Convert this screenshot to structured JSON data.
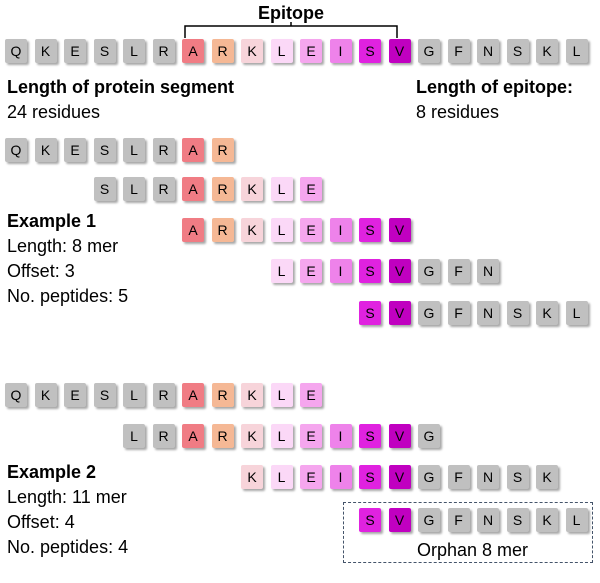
{
  "colors": {
    "gray": "#c0c0c0",
    "R_flank": "#f4c09a",
    "A": "#f07c84",
    "R": "#f5b895",
    "K": "#f7d4da",
    "L": "#fbd8f7",
    "E": "#f5a6ee",
    "I": "#ee82ea",
    "S": "#e022e0",
    "V": "#c000c0"
  },
  "epitope_label": "Epitope",
  "protein_sequence": [
    "Q",
    "K",
    "E",
    "S",
    "L",
    "R",
    "A",
    "R",
    "K",
    "L",
    "E",
    "I",
    "S",
    "V",
    "G",
    "F",
    "N",
    "S",
    "K",
    "L"
  ],
  "epitope_positions": [
    6,
    13
  ],
  "segment_label": "Length of protein segment",
  "segment_value": "24 residues",
  "epitope_length_label": "Length of epitope:",
  "epitope_length_value": "8 residues",
  "example1": {
    "title": "Example 1",
    "length": "Length: 8 mer",
    "offset": "Offset: 3",
    "peptides": "No. peptides: 5",
    "rows": [
      {
        "start": 0,
        "residues": [
          "Q",
          "K",
          "E",
          "S",
          "L",
          "R",
          "A",
          "R"
        ]
      },
      {
        "start": 3,
        "residues": [
          "S",
          "L",
          "R",
          "A",
          "R",
          "K",
          "L",
          "E"
        ]
      },
      {
        "start": 6,
        "residues": [
          "A",
          "R",
          "K",
          "L",
          "E",
          "I",
          "S",
          "V"
        ]
      },
      {
        "start": 9,
        "residues": [
          "L",
          "E",
          "I",
          "S",
          "V",
          "G",
          "F",
          "N"
        ]
      },
      {
        "start": 12,
        "residues": [
          "S",
          "V",
          "G",
          "F",
          "N",
          "S",
          "K",
          "L"
        ]
      }
    ]
  },
  "example2": {
    "title": "Example 2",
    "length": "Length: 11 mer",
    "offset": "Offset: 4",
    "peptides": "No. peptides: 4",
    "rows": [
      {
        "start": 0,
        "residues": [
          "Q",
          "K",
          "E",
          "S",
          "L",
          "R",
          "A",
          "R",
          "K",
          "L",
          "E"
        ]
      },
      {
        "start": 4,
        "residues": [
          "L",
          "R",
          "A",
          "R",
          "K",
          "L",
          "E",
          "I",
          "S",
          "V",
          "G"
        ]
      },
      {
        "start": 8,
        "residues": [
          "K",
          "L",
          "E",
          "I",
          "S",
          "V",
          "G",
          "F",
          "N",
          "S",
          "K"
        ]
      },
      {
        "start": 12,
        "residues": [
          "S",
          "V",
          "G",
          "F",
          "N",
          "S",
          "K",
          "L"
        ]
      }
    ],
    "orphan_label": "Orphan 8 mer"
  }
}
